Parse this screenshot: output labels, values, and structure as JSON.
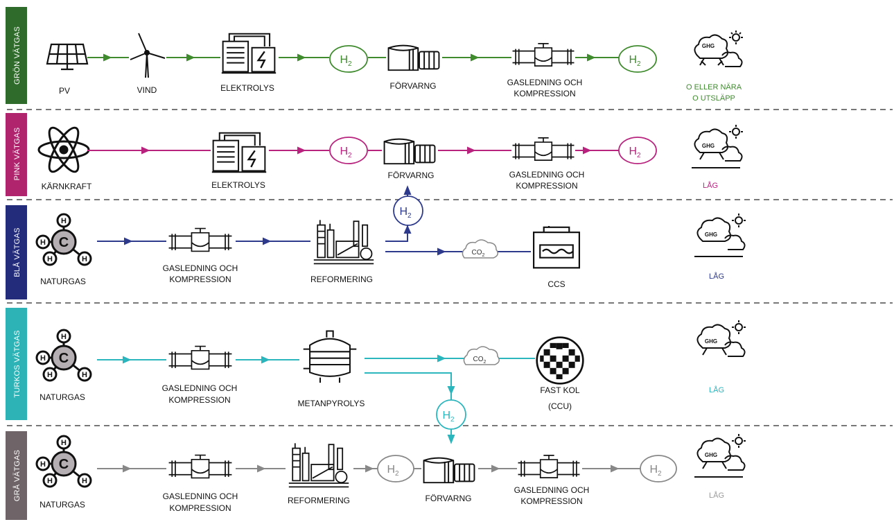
{
  "colors": {
    "green": "#3f8b2e",
    "pink": "#b8237e",
    "blue": "#2e3a8c",
    "turquoise": "#2bb5bd",
    "grey": "#888888",
    "band_green": "#2f6b2a",
    "band_pink": "#b0246e",
    "band_blue": "#232c7a",
    "band_turquoise": "#2db3b6",
    "band_grey": "#6f6468",
    "text": "#111111"
  },
  "rows": [
    {
      "id": "green",
      "band_label": "GRÖN VÄTGAS",
      "labels": {
        "pv": "PV",
        "wind": "VIND",
        "electrolysis": "ELEKTROLYS",
        "h2_a": "H",
        "storage": "FÖRVARNG",
        "pipeline_1": "GASLEDNING OCH",
        "pipeline_2": "KOMPRESSION",
        "h2_b": "H"
      },
      "emission_1": "O ELLER NÄRA",
      "emission_2": "O UTSLÄPP",
      "ghg": "GHG"
    },
    {
      "id": "pink",
      "band_label": "PINK VÄTGAS",
      "labels": {
        "nuclear": "KÄRNKRAFT",
        "electrolysis": "ELEKTROLYS",
        "h2_a": "H",
        "storage": "FÖRVARNG",
        "pipeline_1": "GASLEDNING OCH",
        "pipeline_2": "KOMPRESSION",
        "h2_b": "H"
      },
      "emission_1": "LÅG",
      "ghg": "GHG"
    },
    {
      "id": "blue",
      "band_label": "BLÅ VÄTGAS",
      "labels": {
        "natural_gas": "NATURGAS",
        "pipeline_1": "GASLEDNING OCH",
        "pipeline_2": "KOMPRESSION",
        "reforming": "REFORMERING",
        "h2_up": "H",
        "co2": "CO",
        "ccs": "CCS"
      },
      "emission_1": "LÅG",
      "ghg": "GHG"
    },
    {
      "id": "turquoise",
      "band_label": "TURKOS VÄTGAS",
      "labels": {
        "natural_gas": "NATURGAS",
        "pipeline_1": "GASLEDNING OCH",
        "pipeline_2": "KOMPRESSION",
        "pyrolysis": "METANPYROLYS",
        "co2": "CO",
        "solid_carbon": "FAST KOL",
        "ccu": "(CCU)",
        "h2_down": "H"
      },
      "emission_1": "LÅG",
      "ghg": "GHG"
    },
    {
      "id": "grey",
      "band_label": "GRÅ VÄTGAS",
      "labels": {
        "natural_gas": "NATURGAS",
        "pipeline_1": "GASLEDNING OCH",
        "pipeline_2": "KOMPRESSION",
        "reforming": "REFORMERING",
        "h2_a": "H",
        "storage": "FÖRVARNG",
        "pipeline_b1": "GASLEDNING OCH",
        "pipeline_b2": "KOMPRESSION",
        "h2_b": "H"
      },
      "emission_1": "LÅG",
      "ghg": "GHG"
    }
  ],
  "atoms": {
    "carbon": "C",
    "hydrogen": "H"
  },
  "subscripts": {
    "two": "2"
  }
}
